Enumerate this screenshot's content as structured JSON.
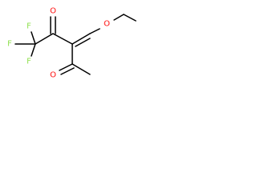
{
  "molecule": {
    "atoms": {
      "o_ether": "O",
      "o_upper_ketone": "O",
      "o_lower_ketone": "O",
      "f_left": "F",
      "f_top": "F",
      "f_bottom": "F"
    }
  },
  "colors": {
    "bond": "#000000",
    "oxygen": "#ff0d0d",
    "fluorine": "#90e050"
  }
}
